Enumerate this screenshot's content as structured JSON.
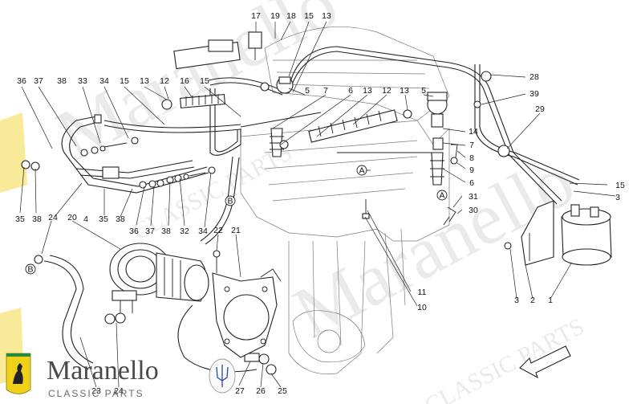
{
  "watermark": {
    "text1": "Maranello",
    "text2": "CLASSIC PARTS"
  },
  "branding": {
    "title": "Maranello",
    "subtitle": "CLASSIC PARTS"
  },
  "colors": {
    "line": "#222222",
    "watermark": "#d9d9d9",
    "brand_text": "#4a4a4a",
    "badge_yellow": "#f0d11a"
  },
  "icons": {
    "ferrari_badge": "prancing-horse-badge",
    "maserati_badge": "trident-badge",
    "direction_arrow": "front-direction-arrow"
  },
  "callouts": [
    {
      "id": "c17a",
      "text": "17"
    },
    {
      "id": "c19a",
      "text": "19"
    },
    {
      "id": "c18a",
      "text": "18"
    },
    {
      "id": "c15a",
      "text": "15"
    },
    {
      "id": "c13a",
      "text": "13"
    },
    {
      "id": "c36a",
      "text": "36"
    },
    {
      "id": "c37a",
      "text": "37"
    },
    {
      "id": "c38a",
      "text": "38"
    },
    {
      "id": "c33a",
      "text": "33"
    },
    {
      "id": "c34a",
      "text": "34"
    },
    {
      "id": "c15b",
      "text": "15"
    },
    {
      "id": "c13b",
      "text": "13"
    },
    {
      "id": "c12a",
      "text": "12"
    },
    {
      "id": "c16a",
      "text": "16"
    },
    {
      "id": "c15c",
      "text": "15"
    },
    {
      "id": "c5a",
      "text": "5"
    },
    {
      "id": "c7a",
      "text": "7"
    },
    {
      "id": "c6a",
      "text": "6"
    },
    {
      "id": "c13c",
      "text": "13"
    },
    {
      "id": "c12b",
      "text": "12"
    },
    {
      "id": "c13d",
      "text": "13"
    },
    {
      "id": "c5b",
      "text": "5"
    },
    {
      "id": "c28a",
      "text": "28"
    },
    {
      "id": "c39a",
      "text": "39"
    },
    {
      "id": "c29a",
      "text": "29"
    },
    {
      "id": "c14a",
      "text": "14"
    },
    {
      "id": "c7b",
      "text": "7"
    },
    {
      "id": "c8a",
      "text": "8"
    },
    {
      "id": "c9a",
      "text": "9"
    },
    {
      "id": "c6b",
      "text": "6"
    },
    {
      "id": "c15d",
      "text": "15"
    },
    {
      "id": "c3a",
      "text": "3"
    },
    {
      "id": "c31a",
      "text": "31"
    },
    {
      "id": "c30a",
      "text": "30"
    },
    {
      "id": "c35a",
      "text": "35"
    },
    {
      "id": "c38b",
      "text": "38"
    },
    {
      "id": "c4a",
      "text": "4"
    },
    {
      "id": "c35b",
      "text": "35"
    },
    {
      "id": "c38c",
      "text": "38"
    },
    {
      "id": "c36b",
      "text": "36"
    },
    {
      "id": "c37b",
      "text": "37"
    },
    {
      "id": "c38d",
      "text": "38"
    },
    {
      "id": "c32a",
      "text": "32"
    },
    {
      "id": "c34b",
      "text": "34"
    },
    {
      "id": "c24a",
      "text": "24"
    },
    {
      "id": "c20a",
      "text": "20"
    },
    {
      "id": "c22a",
      "text": "22"
    },
    {
      "id": "c21a",
      "text": "21"
    },
    {
      "id": "c11a",
      "text": "11"
    },
    {
      "id": "c10a",
      "text": "10"
    },
    {
      "id": "c3b",
      "text": "3"
    },
    {
      "id": "c2a",
      "text": "2"
    },
    {
      "id": "c1a",
      "text": "1"
    },
    {
      "id": "c23a",
      "text": "23"
    },
    {
      "id": "c24b",
      "text": "24"
    },
    {
      "id": "c27a",
      "text": "27"
    },
    {
      "id": "c26a",
      "text": "26"
    },
    {
      "id": "c25a",
      "text": "25"
    }
  ],
  "ref_markers": [
    {
      "id": "rA1",
      "text": "A"
    },
    {
      "id": "rA2",
      "text": "A"
    },
    {
      "id": "rB1",
      "text": "B"
    },
    {
      "id": "rB2",
      "text": "B"
    }
  ]
}
